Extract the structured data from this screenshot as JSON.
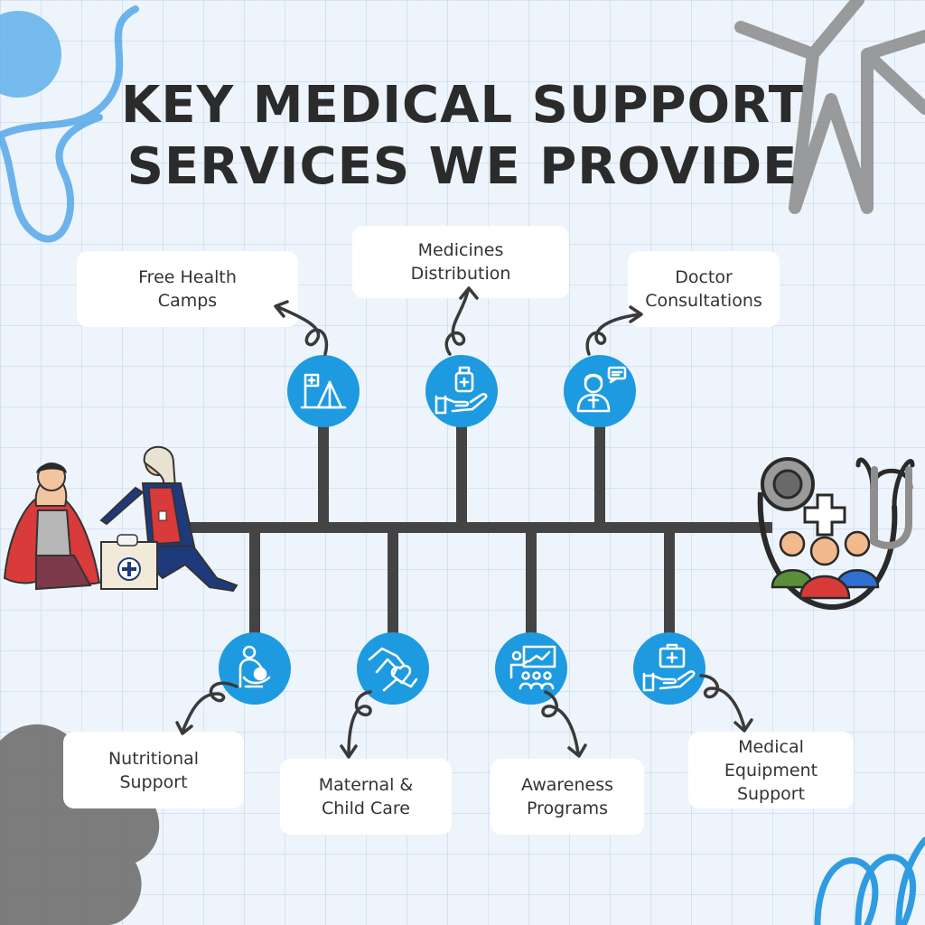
{
  "title": {
    "line1": "Key Medical Support",
    "line2": "Services We Provide"
  },
  "colors": {
    "accent": "#1e9ae0",
    "spine": "#444444",
    "title": "#2b2b2b",
    "background": "#edf4fb"
  },
  "services_top": [
    {
      "label": "Free Health\nCamps",
      "icon": "health-camp-tent-icon"
    },
    {
      "label": "Medicines\nDistribution",
      "icon": "medicine-hand-icon"
    },
    {
      "label": "Doctor\nConsultations",
      "icon": "doctor-chat-icon"
    }
  ],
  "services_bottom": [
    {
      "label": "Nutritional\nSupport",
      "icon": "mother-baby-icon"
    },
    {
      "label": "Maternal &\nChild Care",
      "icon": "caring-hands-icon"
    },
    {
      "label": "Awareness\nPrograms",
      "icon": "presentation-icon"
    },
    {
      "label": "Medical\nEquipment\nSupport",
      "icon": "medical-kit-hand-icon"
    }
  ]
}
